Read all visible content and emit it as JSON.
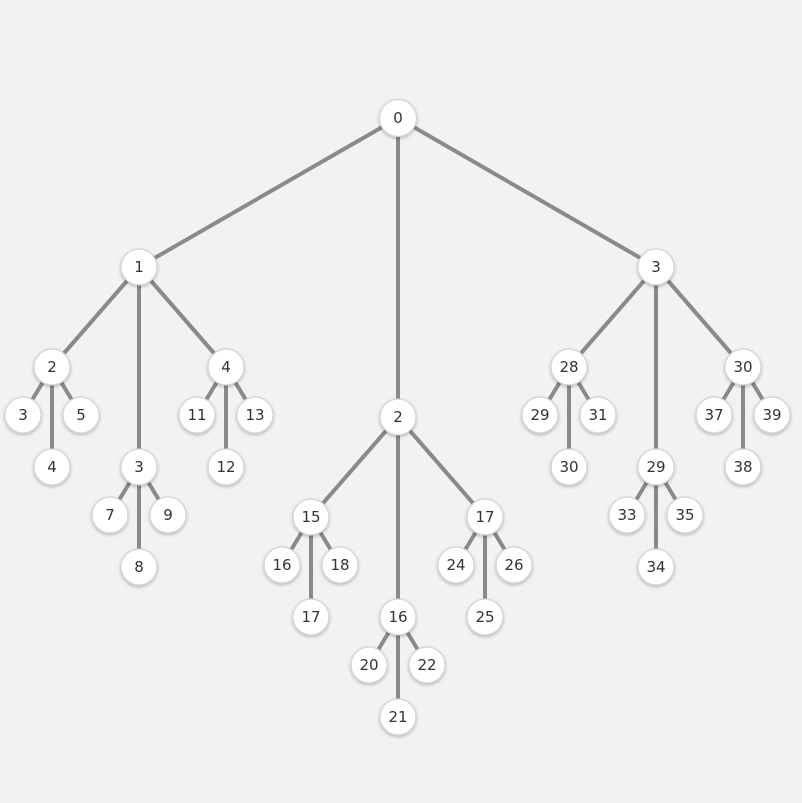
{
  "tree": {
    "label": "0",
    "children": [
      {
        "label": "1",
        "children": [
          {
            "label": "2",
            "children": [
              {
                "label": "3"
              },
              {
                "label": "4"
              },
              {
                "label": "5"
              }
            ]
          },
          {
            "label": "3",
            "children": [
              {
                "label": "7"
              },
              {
                "label": "8"
              },
              {
                "label": "9"
              }
            ]
          },
          {
            "label": "4",
            "children": [
              {
                "label": "11"
              },
              {
                "label": "12"
              },
              {
                "label": "13"
              }
            ]
          }
        ]
      },
      {
        "label": "2",
        "children": [
          {
            "label": "15",
            "children": [
              {
                "label": "16"
              },
              {
                "label": "17"
              },
              {
                "label": "18"
              }
            ]
          },
          {
            "label": "16",
            "children": [
              {
                "label": "20"
              },
              {
                "label": "21"
              },
              {
                "label": "22"
              }
            ]
          },
          {
            "label": "17",
            "children": [
              {
                "label": "24"
              },
              {
                "label": "25"
              },
              {
                "label": "26"
              }
            ]
          }
        ]
      },
      {
        "label": "3",
        "children": [
          {
            "label": "28",
            "children": [
              {
                "label": "29"
              },
              {
                "label": "30"
              },
              {
                "label": "31"
              }
            ]
          },
          {
            "label": "29",
            "children": [
              {
                "label": "33"
              },
              {
                "label": "34"
              },
              {
                "label": "35"
              }
            ]
          },
          {
            "label": "30",
            "children": [
              {
                "label": "37"
              },
              {
                "label": "38"
              },
              {
                "label": "39"
              }
            ]
          }
        ]
      }
    ]
  }
}
